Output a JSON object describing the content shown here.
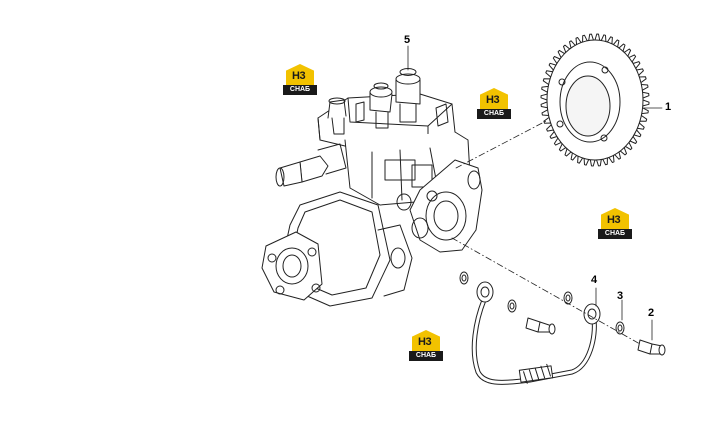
{
  "callouts": [
    {
      "id": "1",
      "label": "1"
    },
    {
      "id": "2",
      "label": "2"
    },
    {
      "id": "3",
      "label": "3"
    },
    {
      "id": "4",
      "label": "4"
    },
    {
      "id": "5",
      "label": "5"
    }
  ],
  "watermark": {
    "top": "H3",
    "bottom": "CHAБ"
  },
  "colors": {
    "line": "#222222",
    "logo_yellow": "#f2c200",
    "logo_dark": "#1a1a1a"
  }
}
